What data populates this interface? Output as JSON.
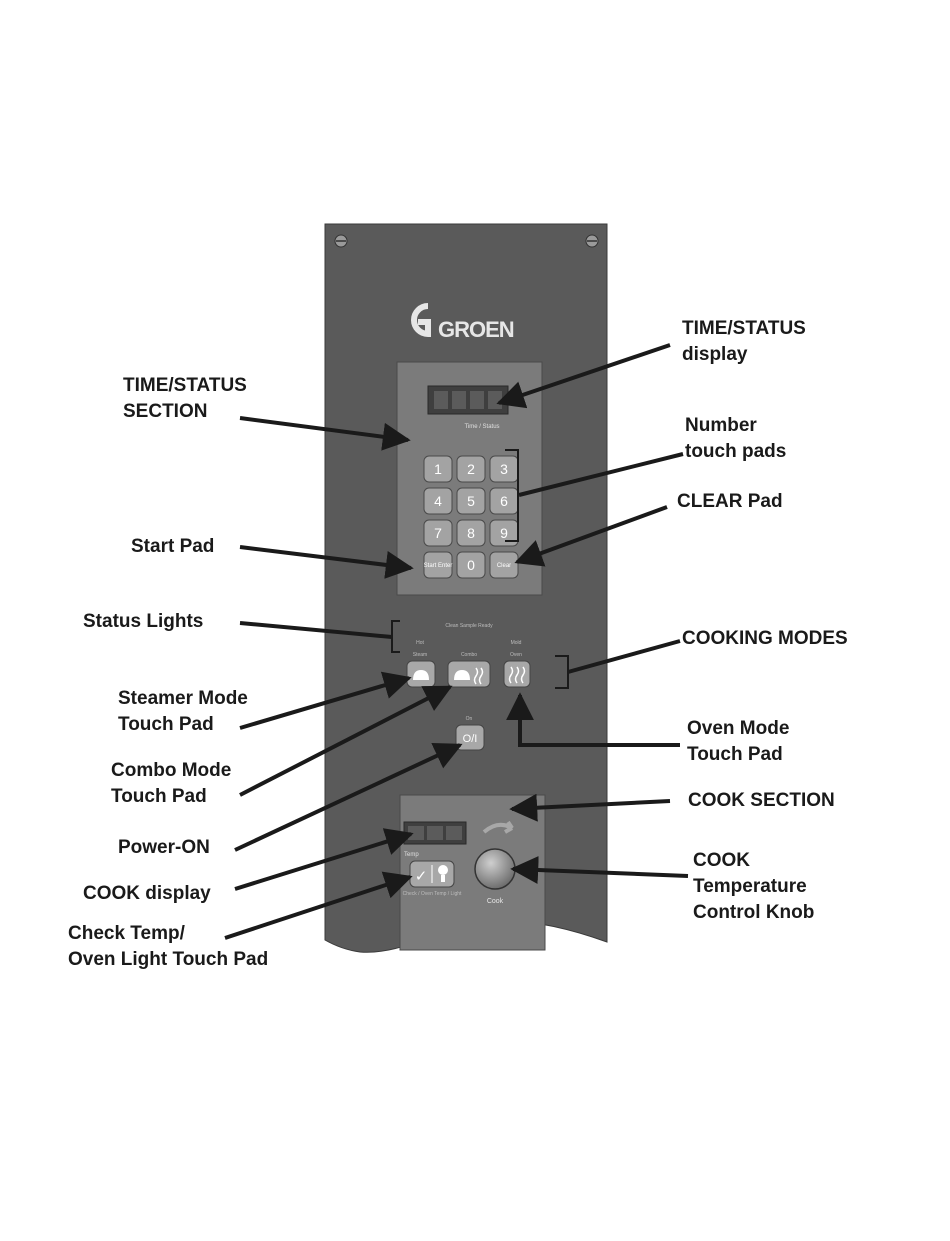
{
  "panel": {
    "brand": "GROEN",
    "time_status_label": "Time / Status",
    "keypad": [
      "1",
      "2",
      "3",
      "4",
      "5",
      "6",
      "7",
      "8",
      "9",
      "Start Enter",
      "0",
      "Clear"
    ],
    "status_light_labels": [
      "Hot",
      "Clean Sample Ready",
      "Mold"
    ],
    "mode_labels": [
      "Steam",
      "Combo",
      "Oven"
    ],
    "power_label": "On",
    "temp_label": "Temp",
    "check_label": "Check / Oven Temp / Light",
    "cook_label": "Cook"
  },
  "callouts": {
    "time_status_display": "TIME/STATUS\ndisplay",
    "time_status_section": "TIME/STATUS\nSECTION",
    "number_touch_pads": "Number\ntouch pads",
    "clear_pad": "CLEAR Pad",
    "start_pad": "Start Pad",
    "status_lights": "Status Lights",
    "cooking_modes": "COOKING MODES",
    "steamer_mode": "Steamer Mode\nTouch Pad",
    "oven_mode": "Oven Mode\nTouch Pad",
    "combo_mode": "Combo Mode\nTouch Pad",
    "cook_section": "COOK SECTION",
    "power_on": "Power-ON",
    "cook_temp_knob": "COOK\nTemperature\nControl Knob",
    "cook_display": "COOK display",
    "check_temp": "Check Temp/\nOven Light Touch Pad"
  },
  "colors": {
    "panel": "#5a5a5a",
    "subpanel": "#7b7b7b",
    "pad": "#9a9a9a",
    "text": "#1a1a1a"
  }
}
